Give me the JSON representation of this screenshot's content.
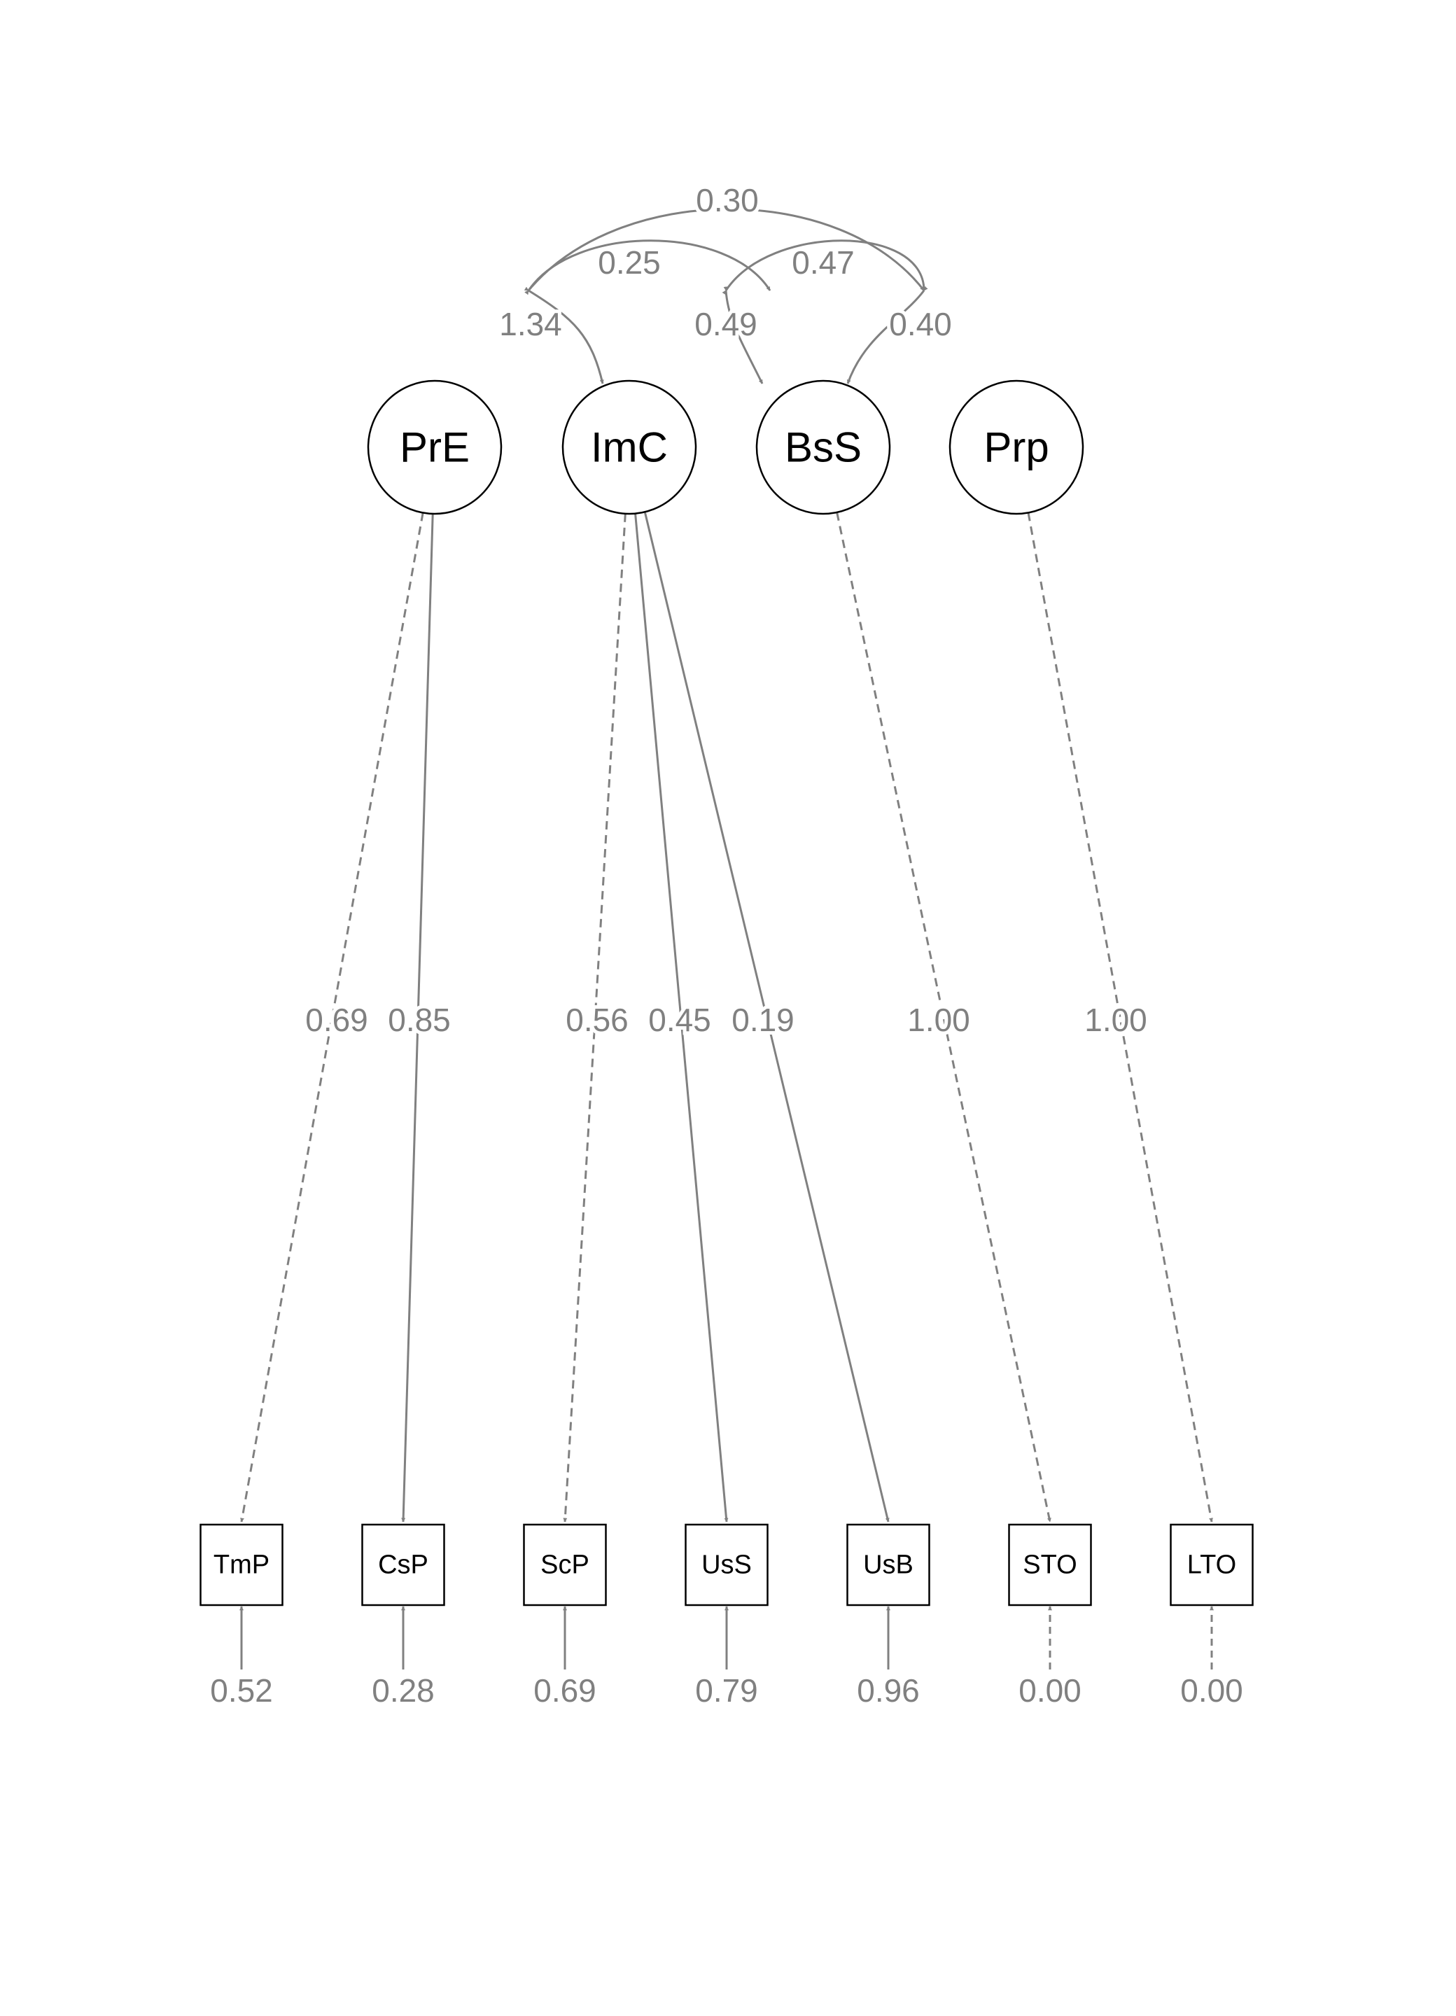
{
  "colors": {
    "edge": "#808080",
    "node_stroke": "#000000",
    "background": "#ffffff"
  },
  "latents": [
    {
      "id": "PrE",
      "label": "PrE"
    },
    {
      "id": "ImC",
      "label": "ImC"
    },
    {
      "id": "BsS",
      "label": "BsS"
    },
    {
      "id": "Prp",
      "label": "Prp"
    }
  ],
  "indicators": [
    {
      "id": "TmP",
      "label": "TmP",
      "residual": "0.52",
      "residual_style": "solid"
    },
    {
      "id": "CsP",
      "label": "CsP",
      "residual": "0.28",
      "residual_style": "solid"
    },
    {
      "id": "ScP",
      "label": "ScP",
      "residual": "0.69",
      "residual_style": "solid"
    },
    {
      "id": "UsS",
      "label": "UsS",
      "residual": "0.79",
      "residual_style": "solid"
    },
    {
      "id": "UsB",
      "label": "UsB",
      "residual": "0.96",
      "residual_style": "solid"
    },
    {
      "id": "STO",
      "label": "STO",
      "residual": "0.00",
      "residual_style": "dashed"
    },
    {
      "id": "LTO",
      "label": "LTO",
      "residual": "0.00",
      "residual_style": "dashed"
    }
  ],
  "loadings": [
    {
      "from": "PrE",
      "to": "TmP",
      "value": "0.69",
      "style": "dashed"
    },
    {
      "from": "PrE",
      "to": "CsP",
      "value": "0.85",
      "style": "solid"
    },
    {
      "from": "ImC",
      "to": "ScP",
      "value": "0.56",
      "style": "dashed"
    },
    {
      "from": "ImC",
      "to": "UsS",
      "value": "0.45",
      "style": "solid"
    },
    {
      "from": "ImC",
      "to": "UsB",
      "value": "0.19",
      "style": "solid"
    },
    {
      "from": "BsS",
      "to": "STO",
      "value": "1.00",
      "style": "dashed"
    },
    {
      "from": "Prp",
      "to": "LTO",
      "value": "1.00",
      "style": "dashed"
    }
  ],
  "covariances": [
    {
      "a": "PrE",
      "b": "Prp",
      "value": "0.30"
    },
    {
      "a": "PrE",
      "b": "BsS",
      "value": "0.25"
    },
    {
      "a": "ImC",
      "b": "Prp",
      "value": "0.47"
    },
    {
      "a": "PrE",
      "b": "ImC",
      "value": "1.34"
    },
    {
      "a": "ImC",
      "b": "BsS",
      "value": "0.49"
    },
    {
      "a": "BsS",
      "b": "Prp",
      "value": "0.40"
    }
  ]
}
